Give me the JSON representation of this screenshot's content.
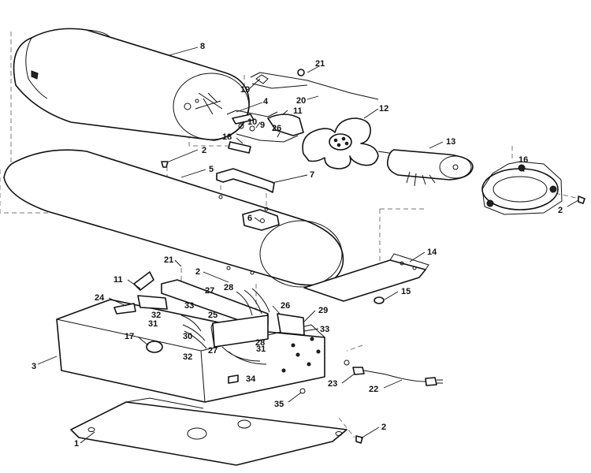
{
  "callouts": [
    "1",
    "2",
    "3",
    "4",
    "5",
    "6",
    "7",
    "8",
    "9",
    "10",
    "11",
    "12",
    "13",
    "14",
    "15",
    "16",
    "17",
    "19",
    "20",
    "21",
    "22",
    "23",
    "24",
    "25",
    "26",
    "27",
    "28",
    "29",
    "30",
    "31",
    "32",
    "33",
    "34",
    "35",
    "18"
  ],
  "labels": {
    "c1": "1",
    "c2a": "2",
    "c2b": "2",
    "c2c": "2",
    "c2d": "2",
    "c3": "3",
    "c4": "4",
    "c5": "5",
    "c6": "6",
    "c7": "7",
    "c8": "8",
    "c9": "9",
    "c10": "10",
    "c11a": "11",
    "c11b": "11",
    "c12": "12",
    "c13": "13",
    "c14": "14",
    "c15": "15",
    "c16": "16",
    "c17": "17",
    "c18": "18",
    "c19": "19",
    "c20": "20",
    "c21a": "21",
    "c21b": "21",
    "c22": "22",
    "c23": "23",
    "c24": "24",
    "c25": "25",
    "c26a": "26",
    "c26b": "26",
    "c27a": "27",
    "c27b": "27",
    "c28a": "28",
    "c28b": "28",
    "c29": "29",
    "c30": "30",
    "c31a": "31",
    "c31b": "31",
    "c32a": "32",
    "c32b": "32",
    "c33a": "33",
    "c33b": "33",
    "c34": "34",
    "c35": "35"
  }
}
